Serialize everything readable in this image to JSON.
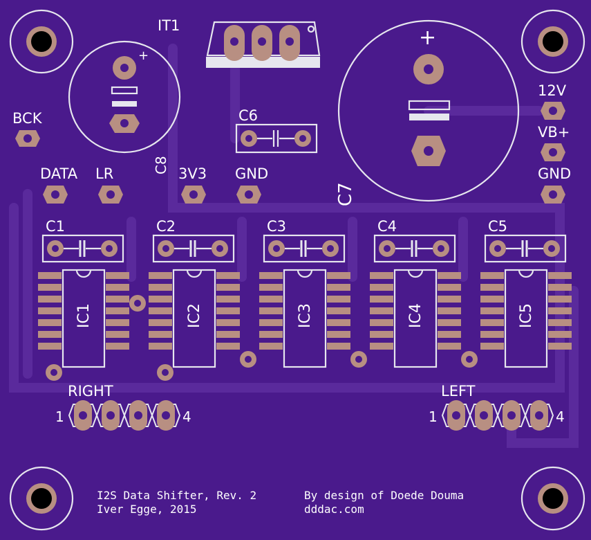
{
  "board": {
    "title_line1": "I2S Data Shifter, Rev. 2",
    "title_line2": "Iver Egge, 2015",
    "credit_line1": "By design of Doede Douma",
    "credit_line2": "dddac.com",
    "colors": {
      "board": "#4a1a8c",
      "trace": "#5a2a9c",
      "pad": "#b88f82",
      "silk": "#e6e6ee",
      "hole": "#000000"
    }
  },
  "labels": {
    "it1": "IT1",
    "c8": "C8",
    "c7": "C7",
    "c6": "C6",
    "plus": "+",
    "bck": "BCK",
    "data": "DATA",
    "lr": "LR",
    "v3v3": "3V3",
    "gnd_left": "GND",
    "v12": "12V",
    "vb_plus": "VB+",
    "gnd_right": "GND",
    "c1": "C1",
    "c2": "C2",
    "c3": "C3",
    "c4": "C4",
    "c5": "C5",
    "ic1": "IC1",
    "ic2": "IC2",
    "ic3": "IC3",
    "ic4": "IC4",
    "ic5": "IC5",
    "right": "RIGHT",
    "left": "LEFT",
    "pin1_right": "1",
    "pin4_right": "4",
    "pin1_left": "1",
    "pin4_left": "4"
  }
}
